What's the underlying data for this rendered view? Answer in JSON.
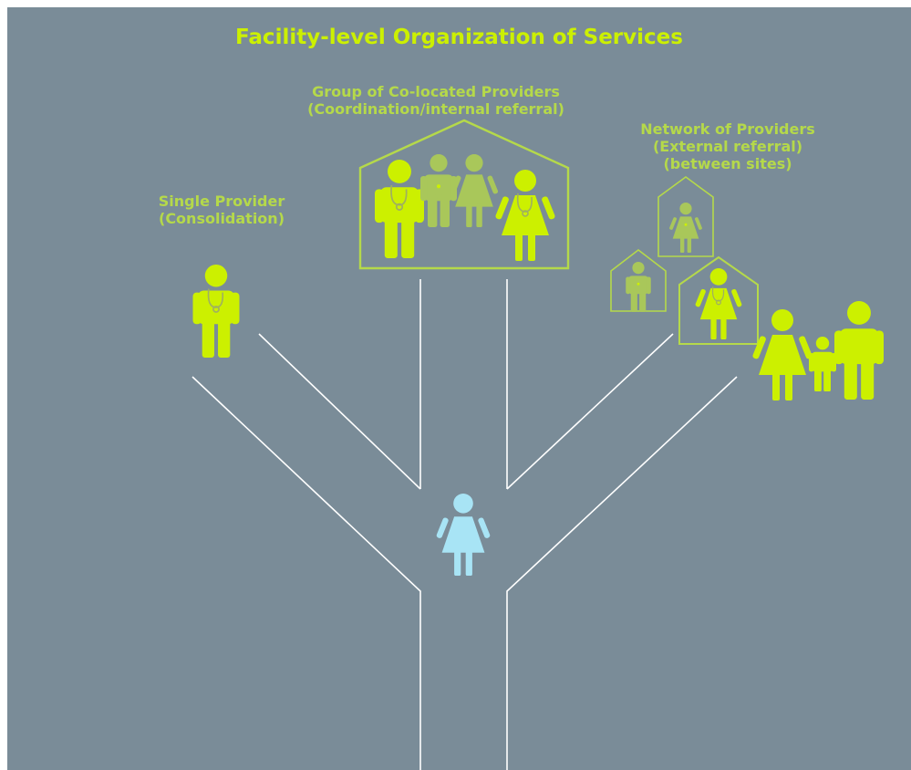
{
  "title": "Facility-level Organization of Services",
  "single_provider": {
    "line1": "Single Provider",
    "line2": "(Consolidation)"
  },
  "group_providers": {
    "line1": "Group of Co-located Providers",
    "line2": "(Coordination/internal referral)"
  },
  "network_providers": {
    "line1": "Network of Providers",
    "line2": "(External referral)",
    "line3": "(between sites)"
  },
  "colors": {
    "background": "#7a8c98",
    "accent": "#ccf000",
    "muted_accent": "#b5d94a",
    "faded_figure": "#a9c75a",
    "patient": "#a8e4f5",
    "path": "#ffffff"
  }
}
